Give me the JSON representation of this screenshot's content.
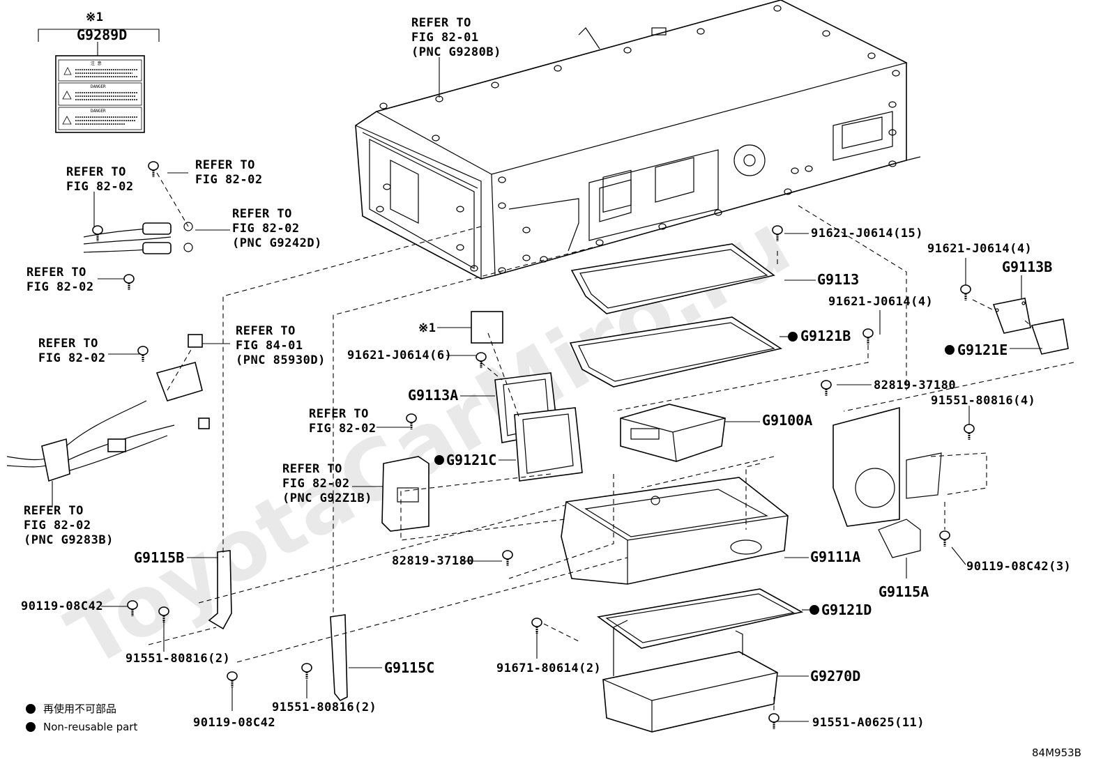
{
  "watermark": "ToyotaCarMiro.ru",
  "diagram_id": "84M953B",
  "note_marker": "※1",
  "sticker": {
    "code": "G9289D",
    "marker": "※1",
    "headers": [
      "注 意",
      "DANGER",
      "DANGER"
    ]
  },
  "legend": {
    "line1": "再使用不可部品",
    "line2": "Non-reusable part"
  },
  "labels": {
    "ref_82_01": [
      "REFER TO",
      "FIG 82-01",
      "(PNC G9280B)"
    ],
    "ref_82_02_a": [
      "REFER TO",
      "FIG 82-02"
    ],
    "ref_82_02_b": [
      "REFER TO",
      "FIG 82-02"
    ],
    "ref_82_02_pnc_g9242d": [
      "REFER TO",
      "FIG 82-02",
      "(PNC G9242D)"
    ],
    "ref_82_02_c": [
      "REFER TO",
      "FIG 82-02"
    ],
    "ref_84_01": [
      "REFER TO",
      "FIG 84-01",
      "(PNC 85930D)"
    ],
    "ref_82_02_d": [
      "REFER TO",
      "FIG 82-02"
    ],
    "ref_82_02_pnc_g9283b": [
      "REFER TO",
      "FIG 82-02",
      "(PNC G9283B)"
    ],
    "ref_82_02_e": [
      "REFER TO",
      "FIG 82-02"
    ],
    "ref_82_02_pnc_g92z1b": [
      "REFER TO",
      "FIG 82-02",
      "(PNC G92Z1B)"
    ],
    "bolt_15": "91621-J0614(15)",
    "g9113": "G9113",
    "bolt_4a": "91621-J0614(4)",
    "g9121b": "G9121B",
    "bolt_6": "91621-J0614(6)",
    "marker_1": "※1",
    "g9113a": "G9113A",
    "g9121c": "G9121C",
    "bolt_4b": "91621-J0614(4)",
    "g9113b": "G9113B",
    "g9121e": "G9121E",
    "grommet_a": "82819-37180",
    "g9100a": "G9100A",
    "bolt_91551_4": "91551-80816(4)",
    "grommet_b": "82819-37180",
    "g9111a": "G9111A",
    "bolt_90119_3": "90119-08C42(3)",
    "g9115a": "G9115A",
    "g9115b": "G9115B",
    "bolt_90119_a": "90119-08C42",
    "bolt_91551_2a": "91551-80816(2)",
    "g9121d": "G9121D",
    "bolt_91671": "91671-80614(2)",
    "g9270d": "G9270D",
    "g9115c": "G9115C",
    "bolt_90119_b": "90119-08C42",
    "bolt_91551_2b": "91551-80816(2)",
    "bolt_91551_11": "91551-A0625(11)"
  }
}
